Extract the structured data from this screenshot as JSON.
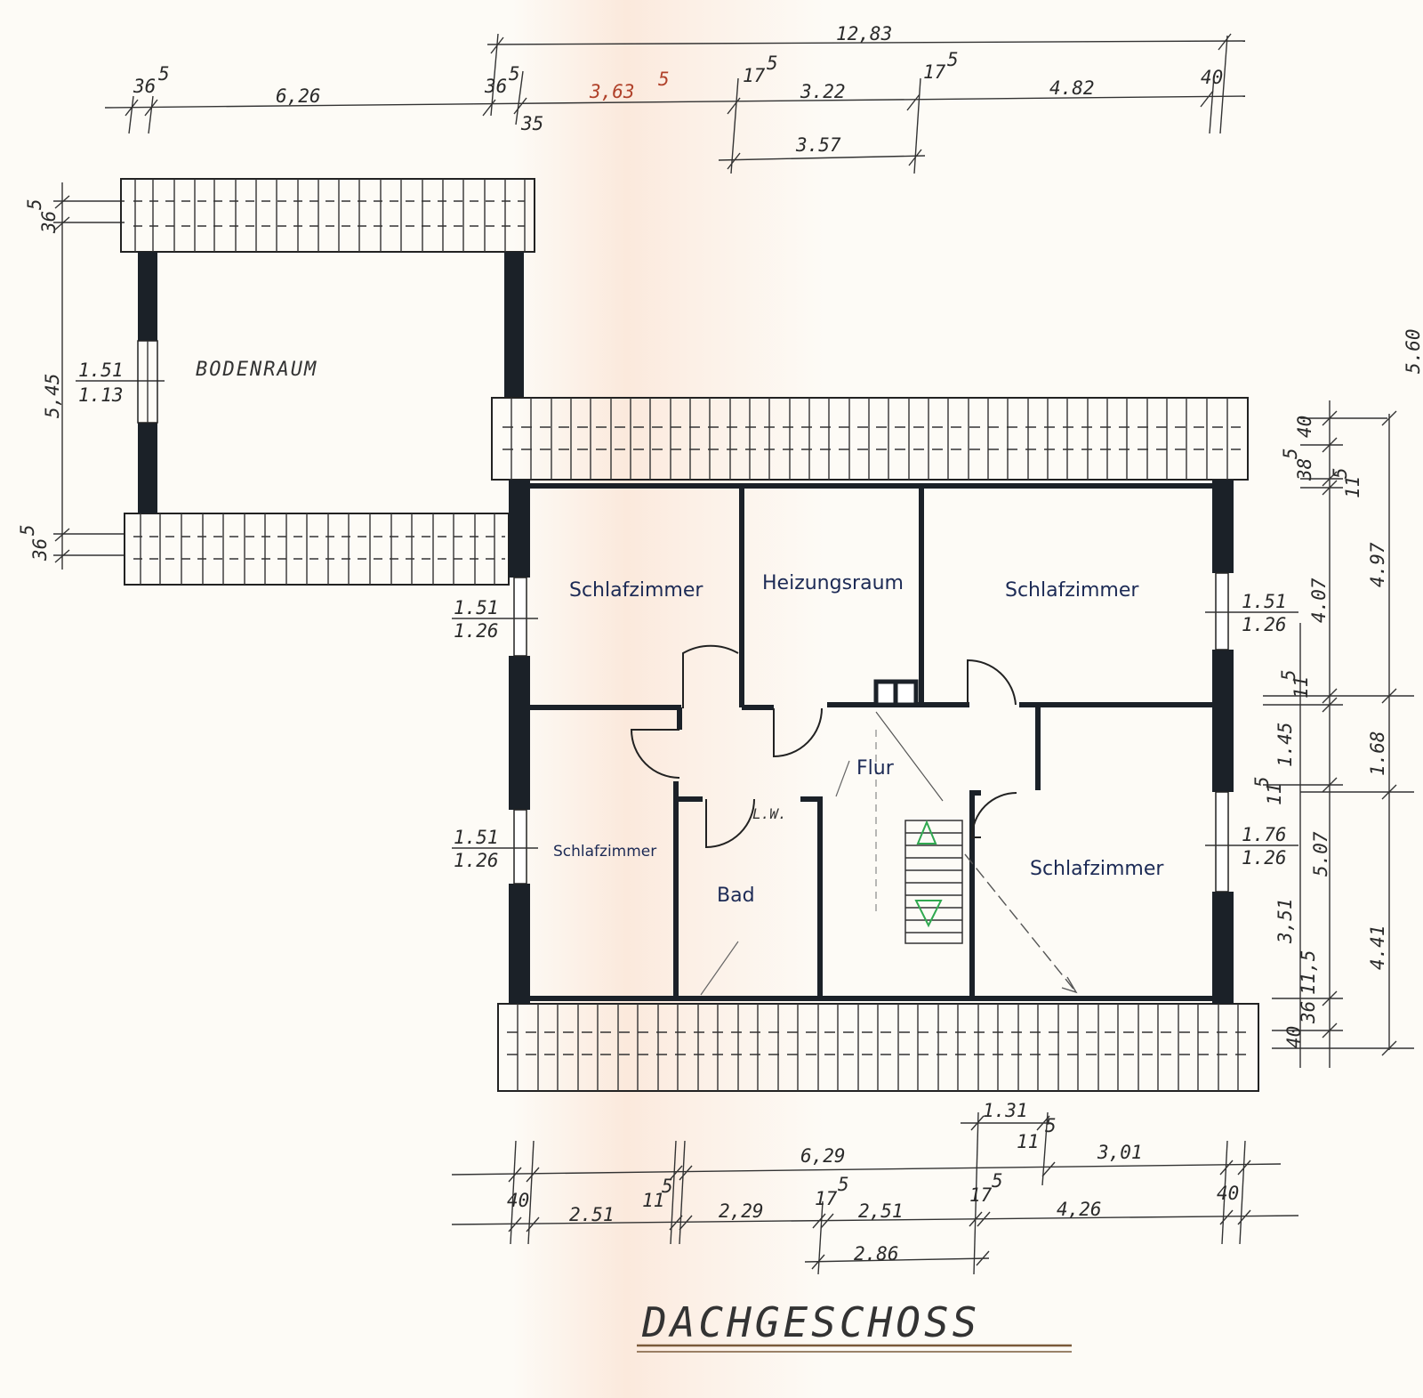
{
  "rooms": {
    "bodenraum": "BODENRAUM",
    "schlafzimmer_nw": "Schlafzimmer",
    "heizungsraum": "Heizungsraum",
    "schlafzimmer_ne": "Schlafzimmer",
    "schlafzimmer_sw": "Schlafzimmer",
    "bad": "Bad",
    "flur": "Flur",
    "schlafzimmer_se": "Schlafzimmer",
    "lw": "L.W."
  },
  "title": "DACHGESCHOSS",
  "dims_top": {
    "total": "12,83",
    "d1_base": "36",
    "d1_sup": "5",
    "d2": "6,26",
    "d3_base": "36",
    "d3_sup": "5",
    "d4": "35",
    "d5_base": "3,63",
    "d5_sup": "5",
    "d6_base": "17",
    "d6_sup": "5",
    "d7": "3.22",
    "d8_base": "17",
    "d8_sup": "5",
    "d9": "4.82",
    "d10": "40",
    "d11": "3.57"
  },
  "dims_left": {
    "w1_base": "36",
    "w1_sup": "5",
    "h1": "5,45",
    "w2_base": "36",
    "w2_sup": "5",
    "win_top": "1.51",
    "win_bot": "1.13"
  },
  "windows": {
    "w_nw_top": "1.51",
    "w_nw_bot": "1.26",
    "w_sw_top": "1.51",
    "w_sw_bot": "1.26",
    "w_ne_top": "1.51",
    "w_ne_bot": "1.26",
    "w_se_top": "1.76",
    "w_se_bot": "1.26"
  },
  "dims_right": {
    "r1": "40",
    "r2_base": "38",
    "r2_sup": "5",
    "r3": "11",
    "r3_sup": "5",
    "r4": "4.07",
    "r5": "4.97",
    "r6": "11",
    "r6_sup": "5",
    "r7": "1.45",
    "r8": "1.68",
    "r9": "11",
    "r9_sup": "5",
    "r10": "5.07",
    "r11": "3,51",
    "r12": "4.41",
    "r13": "11,5",
    "r14": "36",
    "r15": "40",
    "far_right": "5.60"
  },
  "dims_bottom": {
    "b_131": "1.31",
    "b_115_base": "11",
    "b_115_sup": "5",
    "b_629": "6,29",
    "b_301": "3,01",
    "b_40l": "40",
    "b_251a": "2.51",
    "b_115b_base": "11",
    "b_115b_sup": "5",
    "b_229": "2,29",
    "b_175a_base": "17",
    "b_175a_sup": "5",
    "b_251b": "2,51",
    "b_175b_base": "17",
    "b_175b_sup": "5",
    "b_426": "4,26",
    "b_40r": "40",
    "b_286": "2.86"
  },
  "colors": {
    "wall": "#1b2128",
    "room_text": "#1c2a55",
    "accent_red": "#b0412a",
    "stair_marker": "#2fa84f"
  },
  "icons": {
    "stair_up": "triangle-up",
    "stair_down": "triangle-down"
  }
}
